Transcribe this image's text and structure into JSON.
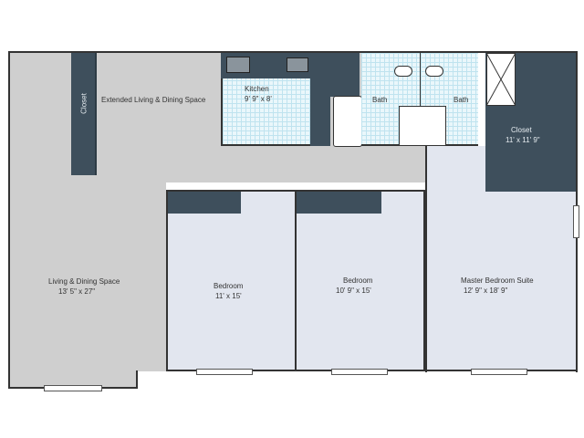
{
  "rooms": {
    "closet_left": {
      "name": "Closet"
    },
    "extended_living": {
      "name": "Extended Living & Dining Space"
    },
    "kitchen": {
      "name": "Kitchen",
      "size": "9' 9\" x 8'"
    },
    "bath1": {
      "name": "Bath"
    },
    "bath2": {
      "name": "Bath"
    },
    "closet_right": {
      "name": "Closet",
      "size": "11' x 11' 9\""
    },
    "living": {
      "name": "Living & Dining Space",
      "size": "13' 5\" x 27\""
    },
    "bedroom1": {
      "name": "Bedroom",
      "size": "11' x 15'"
    },
    "bedroom2": {
      "name": "Bedroom",
      "size": "10' 9\" x 15'"
    },
    "master": {
      "name": "Master Bedroom Suite",
      "size": "12' 9\" x 18' 9\""
    }
  },
  "colors": {
    "common": "#cfcfcf",
    "bedroom": "#e2e6ef",
    "fixtures": "#3e4f5c",
    "tile": "#eaf7fb"
  }
}
